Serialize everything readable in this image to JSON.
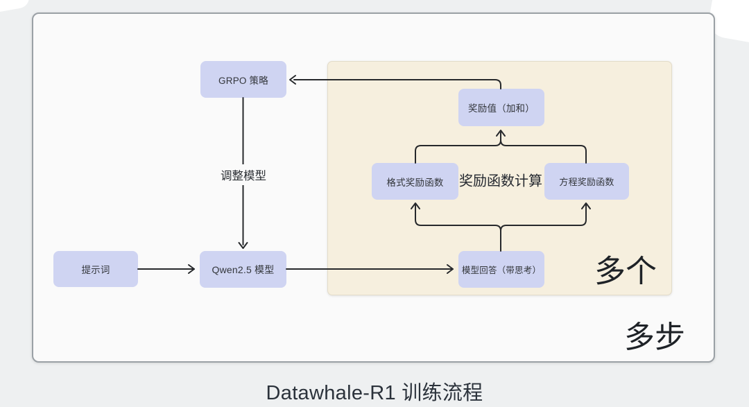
{
  "page": {
    "title": "Datawhale-R1 训练流程"
  },
  "diagram": {
    "nodes": {
      "grpo": {
        "label": "GRPO 策略"
      },
      "prompt": {
        "label": "提示词"
      },
      "qwen": {
        "label": "Qwen2.5 模型"
      },
      "answer": {
        "label": "模型回答（带思考）"
      },
      "format": {
        "label": "格式奖励函数"
      },
      "equation": {
        "label": "方程奖励函数"
      },
      "reward": {
        "label": "奖励值（加和）"
      }
    },
    "labels": {
      "adjust_model": "调整模型",
      "reward_calc": "奖励函数计算",
      "multiple": "多个",
      "multi_step": "多步"
    }
  },
  "colors": {
    "page_bg": "#eef0f1",
    "canvas_bg": "#fafafa",
    "canvas_border": "#9aa0a5",
    "group_bg": "#f6efde",
    "group_border": "#e3dcc9",
    "node_bg": "#cfd4f2",
    "node_text": "#33363b",
    "arrow": "#26282b",
    "title_text": "#2b323b"
  }
}
